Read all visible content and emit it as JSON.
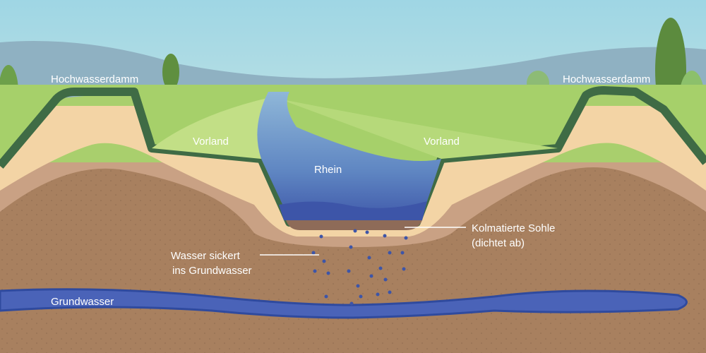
{
  "labels": {
    "dam_left": "Hochwasserdamm",
    "dam_right": "Hochwasserdamm",
    "vorland_left": "Vorland",
    "vorland_right": "Vorland",
    "river": "Rhein",
    "kolmation_line1": "Kolmatierte Sohle",
    "kolmation_line2": "(dichtet ab)",
    "seep_line1": "Wasser sickert",
    "seep_line2": "ins Grundwasser",
    "groundwater": "Grundwasser"
  },
  "colors": {
    "water": "#3d55a8",
    "grass": "#8fc25a",
    "dam_outline": "#3f6b45",
    "sand": "#f3d4a5",
    "clay": "#c9a184",
    "soil": "#a8805f"
  }
}
